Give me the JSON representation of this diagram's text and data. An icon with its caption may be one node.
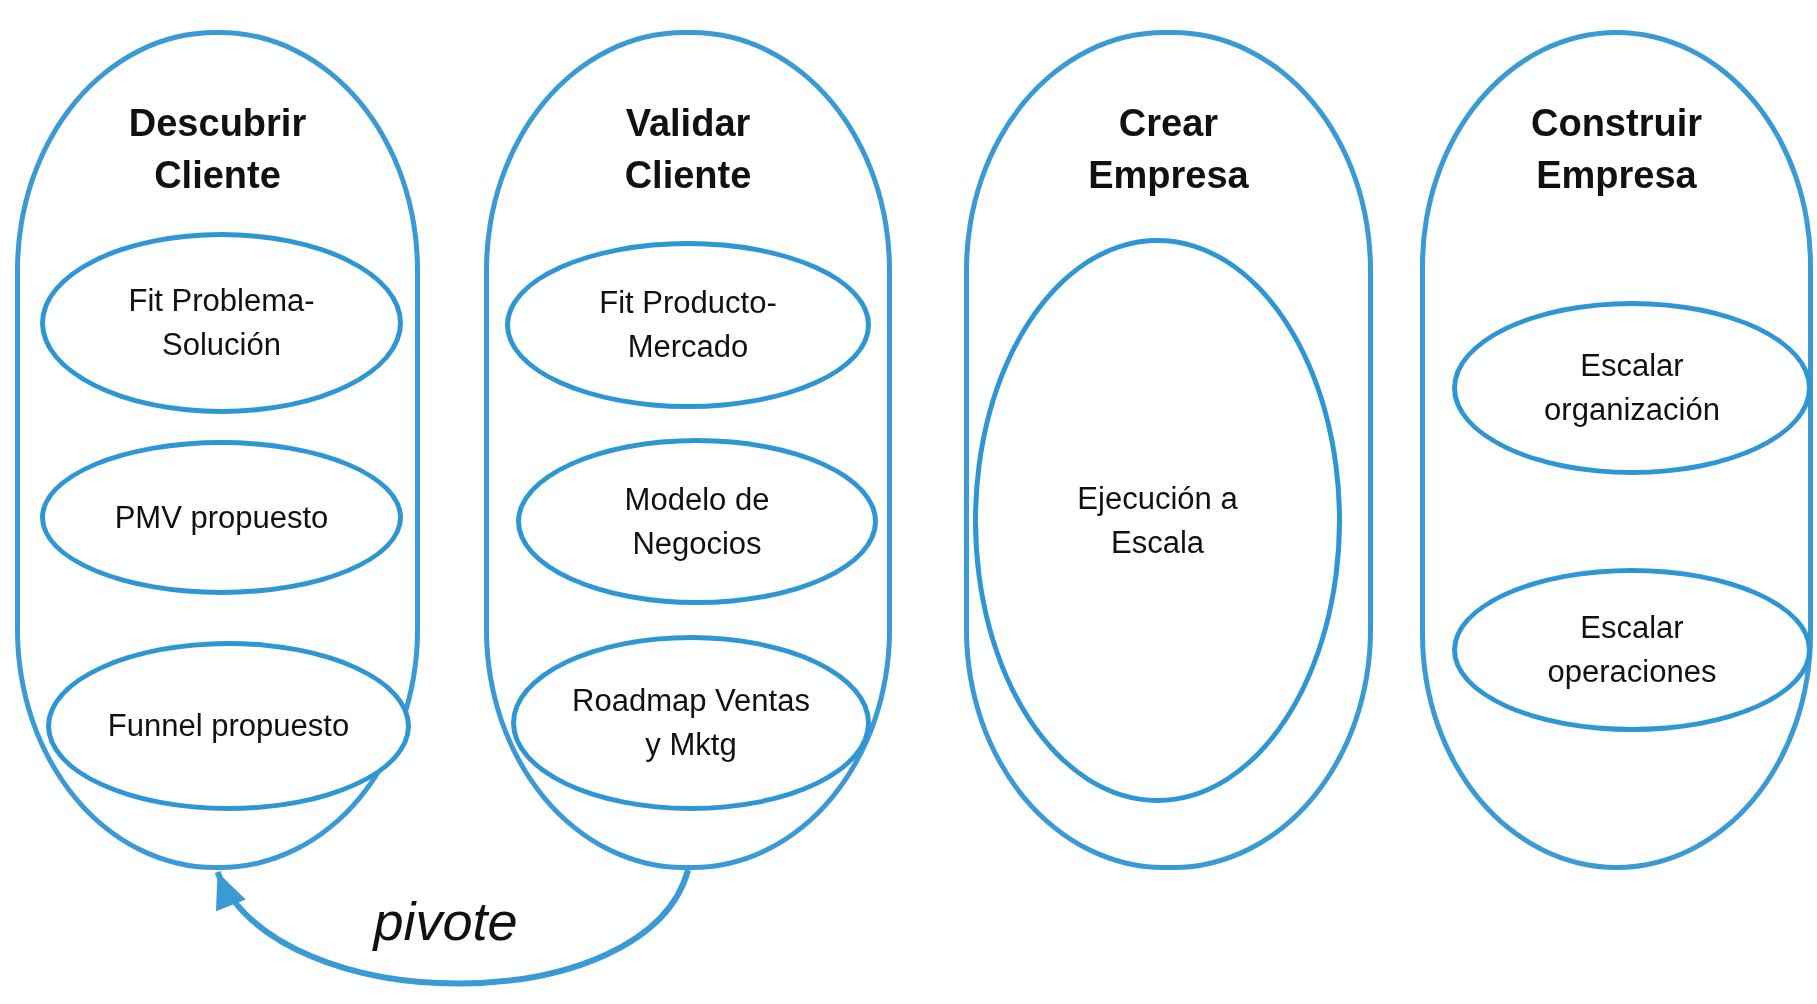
{
  "diagram": {
    "nodes": [
      {
        "text": [
          "Descubrir Cliente"
        ]
      },
      {
        "text": [
          "Fit Problema-Solución"
        ],
        "in": 0
      },
      {
        "text": [
          "PMV propuesto"
        ],
        "in": 0
      },
      {
        "text": [
          "Funnel propuesto"
        ],
        "in": 0
      },
      {
        "text": [
          "Validar Cliente"
        ]
      },
      {
        "text": [
          "Fit Producto-Mercado"
        ],
        "in": 4
      },
      {
        "text": [
          "Modelo de Negocios"
        ],
        "in": 4
      },
      {
        "text": [
          "Roadmap Ventas y Mktg"
        ],
        "in": 4
      },
      {
        "text": [
          "Crear Empresa"
        ]
      },
      {
        "text": [
          "Ejecución a Escala"
        ],
        "in": 8
      },
      {
        "text": [
          "Construir Empresa"
        ]
      },
      {
        "text": [
          "Escalar organización"
        ],
        "in": 10
      },
      {
        "text": [
          "Escalar operaciones"
        ],
        "in": 10
      }
    ],
    "edges": [
      {
        "from": 4,
        "to": 0,
        "arrow": "to",
        "label": "pivote"
      }
    ]
  }
}
